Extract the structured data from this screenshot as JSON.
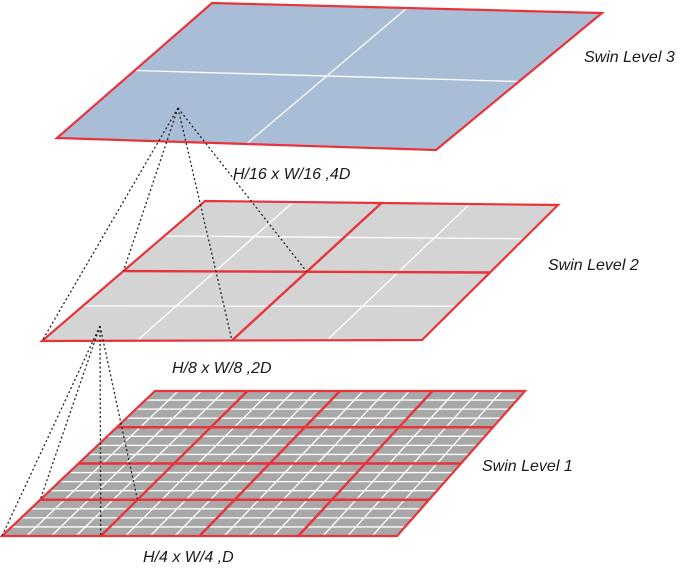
{
  "levels": [
    {
      "id": 3,
      "name": "Swin Level 3",
      "dims": "H/16 x W/16 ,4D",
      "fill": "#a9bdd6",
      "windows_per_side": 1,
      "patch_subdiv": 2
    },
    {
      "id": 2,
      "name": "Swin Level 2",
      "dims": "H/8 x W/8 ,2D",
      "fill": "#d4d4d4",
      "windows_per_side": 2,
      "patch_subdiv": 2
    },
    {
      "id": 1,
      "name": "Swin Level 1",
      "dims": "H/4 x W/4 ,D",
      "fill": "#a8a8a8",
      "windows_per_side": 4,
      "patch_subdiv": 4
    }
  ],
  "colors": {
    "window_border": "#e8333a",
    "patch_line": "#ffffff",
    "projection_line": "#222222"
  }
}
